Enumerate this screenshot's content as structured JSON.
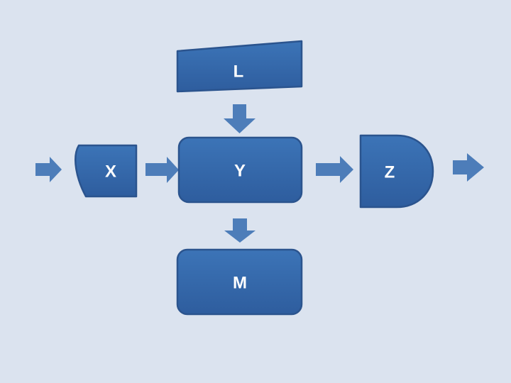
{
  "diagram": {
    "type": "flowchart",
    "background_color": "#dbe3ef",
    "colors": {
      "shape_gradient_top": "#3c74b7",
      "shape_gradient_bottom": "#2e5d9e",
      "shape_outline": "#2b548e",
      "arrow": "#4d7db9",
      "label": "#ffffff"
    },
    "nodes": [
      {
        "id": "L",
        "label": "L",
        "shape": "manual-input-trapezoid"
      },
      {
        "id": "X",
        "label": "X",
        "shape": "curved-left-edge-card"
      },
      {
        "id": "Y",
        "label": "Y",
        "shape": "rounded-rectangle"
      },
      {
        "id": "Z",
        "label": "Z",
        "shape": "delay-half-capsule"
      },
      {
        "id": "M",
        "label": "M",
        "shape": "rounded-rectangle"
      }
    ],
    "connections": [
      {
        "from": "left-edge",
        "to": "X",
        "direction": "right"
      },
      {
        "from": "X",
        "to": "Y",
        "direction": "right"
      },
      {
        "from": "Y",
        "to": "Z",
        "direction": "right"
      },
      {
        "from": "Z",
        "to": "right-edge",
        "direction": "right"
      },
      {
        "from": "L",
        "to": "Y",
        "direction": "down"
      },
      {
        "from": "Y",
        "to": "M",
        "direction": "down"
      }
    ]
  }
}
